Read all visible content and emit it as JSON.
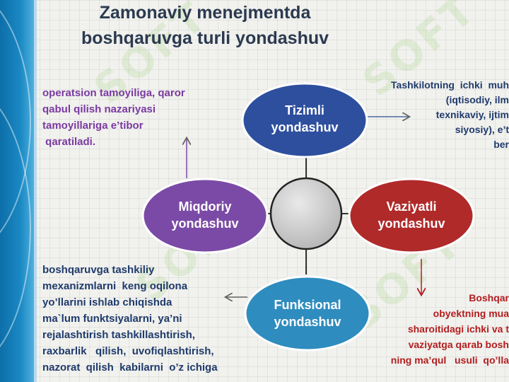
{
  "title": {
    "line1": "Zamonaviy menejmentda",
    "line2": "boshqaruvga turli yondashuv"
  },
  "nodes": {
    "tizimli": {
      "line1": "Tizimli",
      "line2": "yondashuv",
      "color": "#2e4f9e"
    },
    "miqdoriy": {
      "line1": "Miqdoriy",
      "line2": "yondashuv",
      "color": "#7b4aa6"
    },
    "vaziyatli": {
      "line1": "Vaziyatli",
      "line2": "yondashuv",
      "color": "#b02a2a"
    },
    "funksional": {
      "line1": "Funksional",
      "line2": "yondashuv",
      "color": "#2e8cbf"
    },
    "center": {
      "color": "#cfcfcf"
    }
  },
  "texts": {
    "miqdoriy_desc": [
      "operatsion   tamoyiliga,  qaror",
      "qabul  qilish nazariyasi",
      "tamoyillariga  e’tibor",
      " qaratiladi."
    ],
    "tizimli_desc": [
      "Tashkilotning  ichki  muh",
      "(iqtisodiy, ilm",
      "texnikaviy, ijtim",
      "siyosiy), e’t",
      "ber"
    ],
    "funksional_desc": [
      "boshqaruvga tashkiliy",
      "mexanizmlarni  keng oqilona",
      "yo’llarini ishlab chiqishda",
      "ma`lum funktsiyalarni, ya’ni",
      "rejalashtirish  tashkillashtirish,",
      "raxbarlik   qilish,  uvofiqlashtirish,",
      "nazorat  qilish  kabilarni  o’z ichiga"
    ],
    "vaziyatli_desc": [
      "Boshqar",
      "obyektning mua",
      "sharoitidagi ichki va t",
      "vaziyatga qarab bosh",
      "ning ma’qul   usuli  qo’lla"
    ]
  },
  "watermark": "SOFT"
}
